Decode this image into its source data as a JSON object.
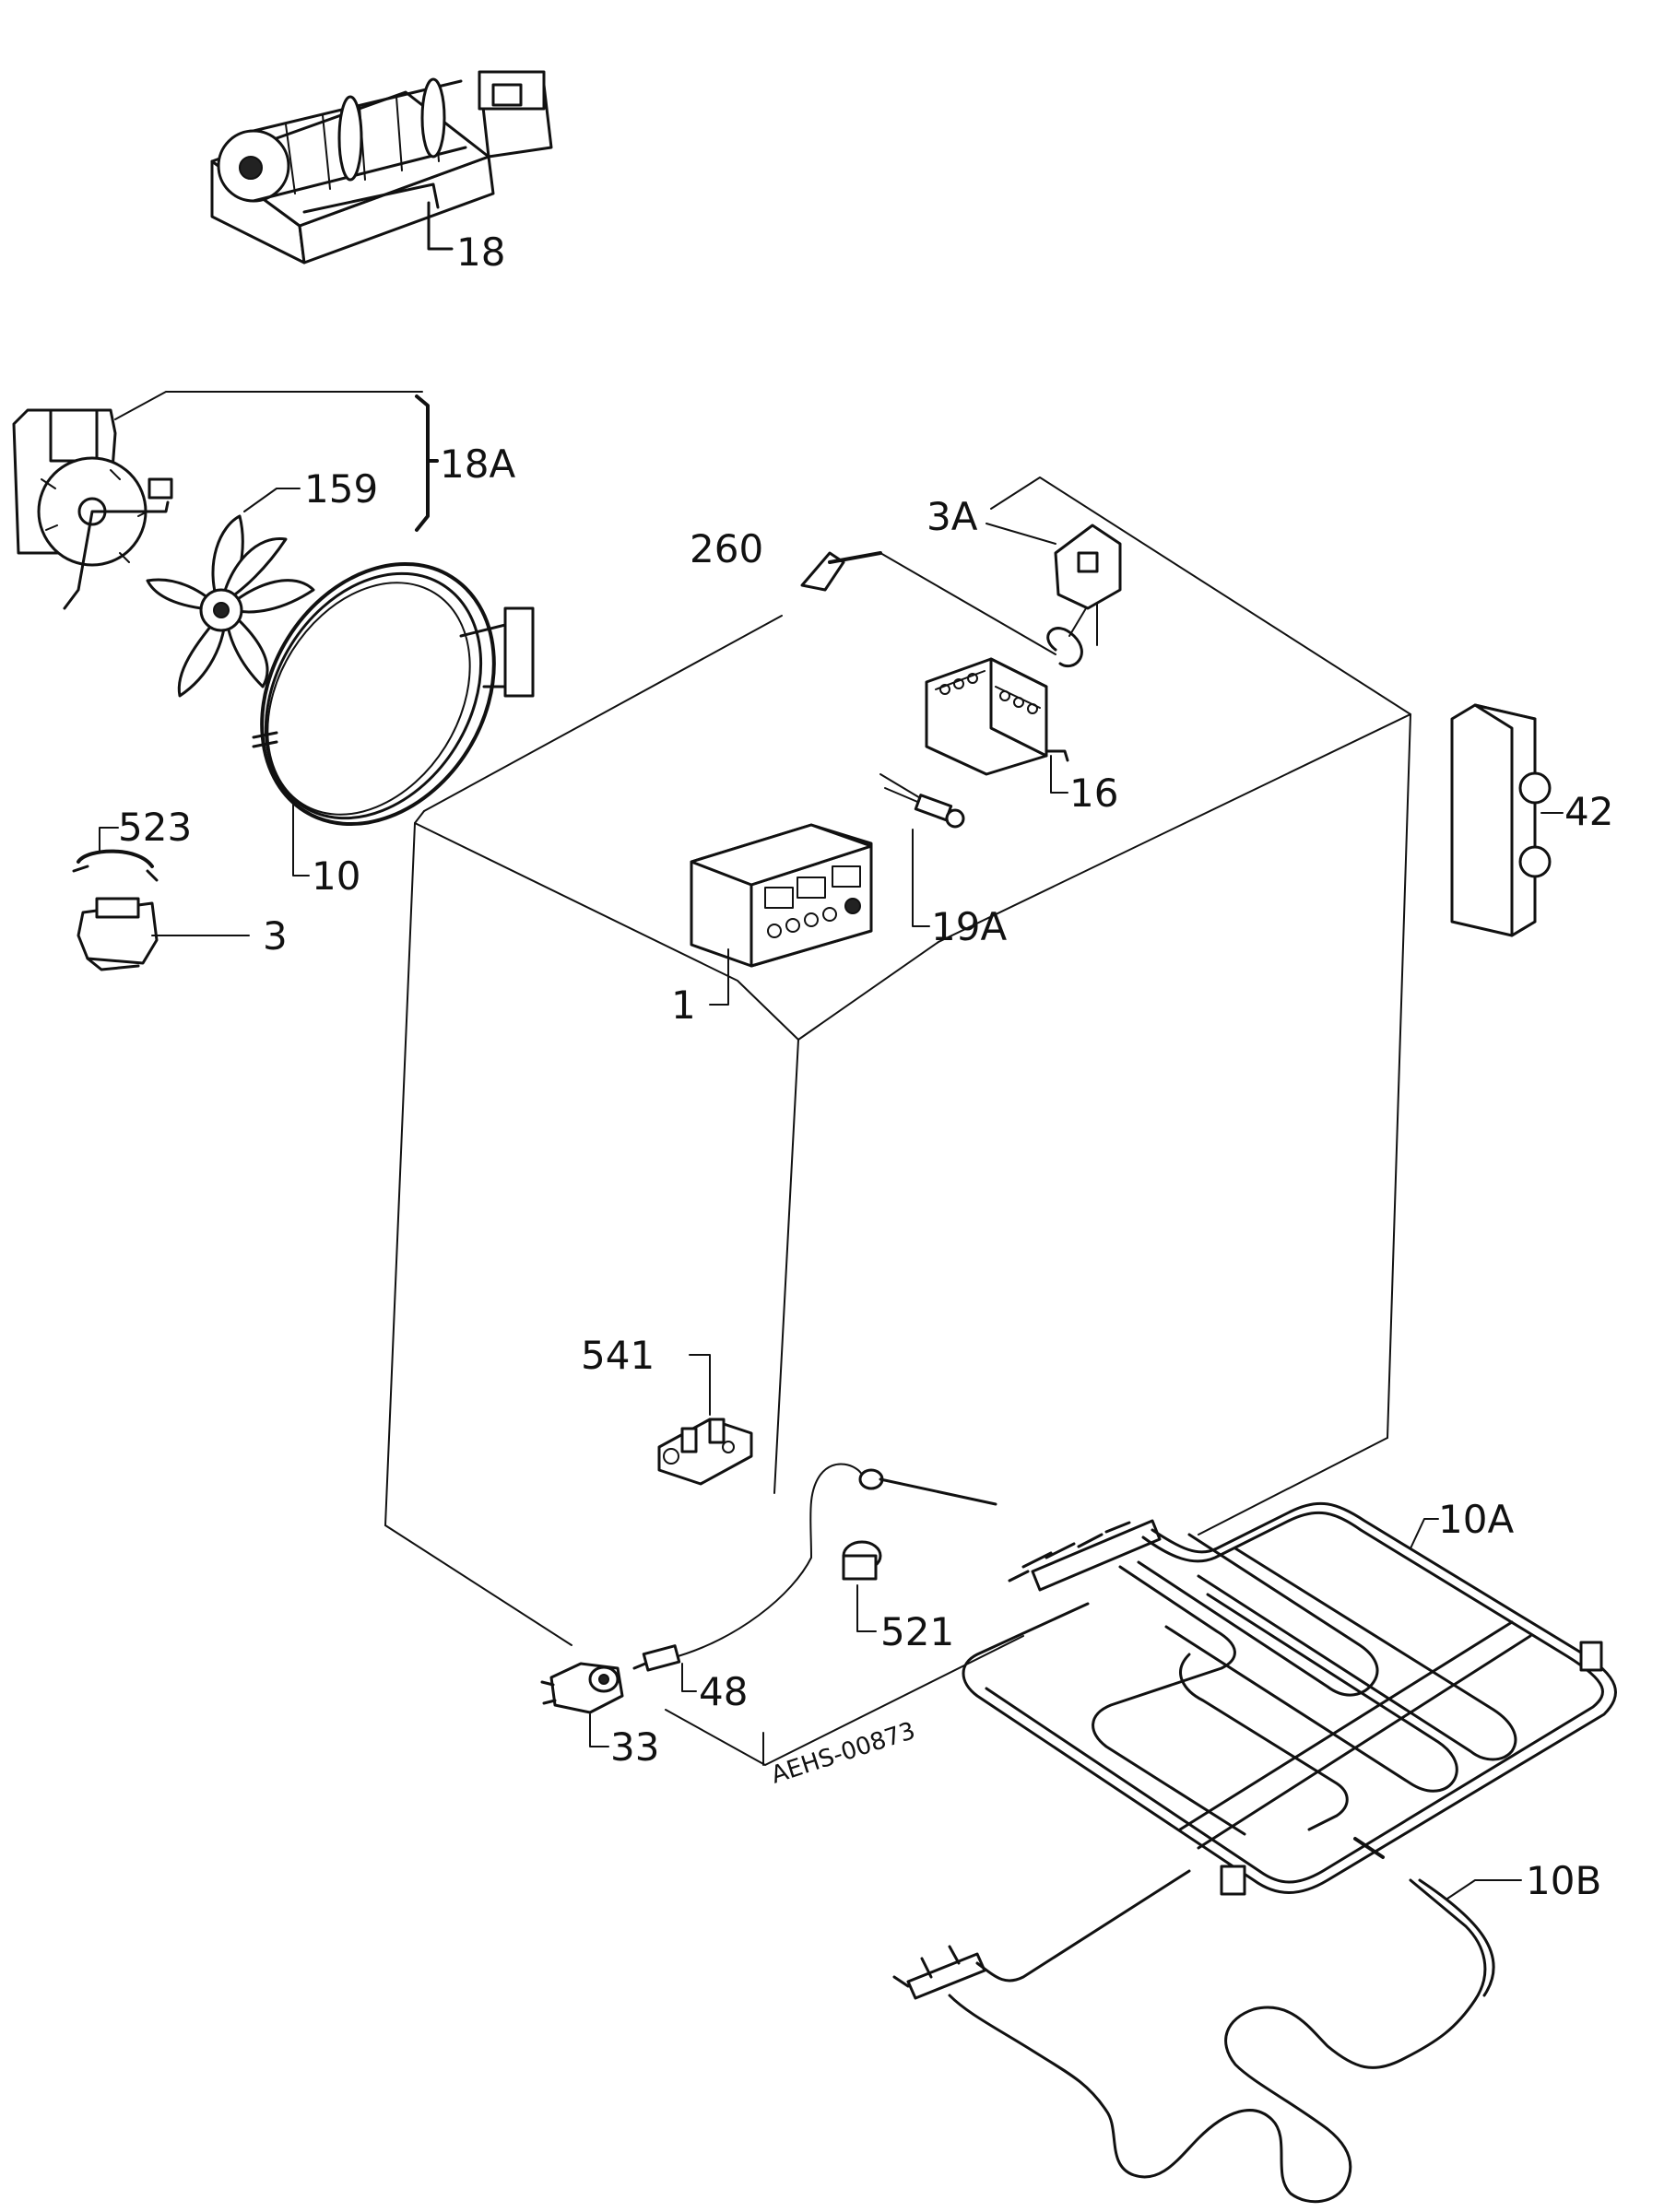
{
  "diagram": {
    "doc_code": "AEHS-00873",
    "labels": {
      "p18": "18",
      "p18A": "18A",
      "p159": "159",
      "p260": "260",
      "p3A": "3A",
      "p16": "16",
      "p42": "42",
      "p523": "523",
      "p10": "10",
      "p3": "3",
      "p19A": "19A",
      "p1": "1",
      "p541": "541",
      "p10A": "10A",
      "p521": "521",
      "p48": "48",
      "p33": "33",
      "p10B": "10B"
    }
  }
}
